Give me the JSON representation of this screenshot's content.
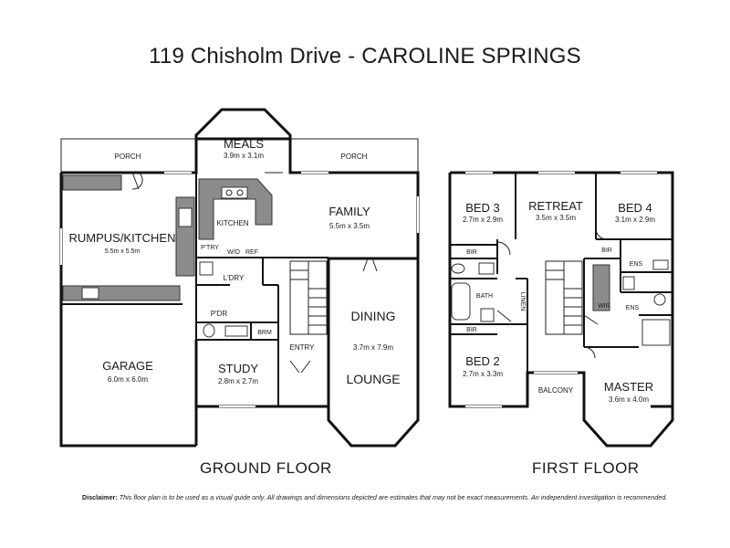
{
  "title": "119 Chisholm Drive - CAROLINE SPRINGS",
  "floors": {
    "ground": "GROUND FLOOR",
    "first": "FIRST FLOOR"
  },
  "ground_rooms": {
    "porch_left": "PORCH",
    "porch_right": "PORCH",
    "meals": {
      "name": "MEALS",
      "size": "3.9m x 3.1m"
    },
    "family": {
      "name": "FAMILY",
      "size": "5.5m x 3.5m"
    },
    "rumpus": {
      "name": "RUMPUS/KITCHEN",
      "size": "5.5m x 5.5m"
    },
    "kitchen": "KITCHEN",
    "pantry": "P'TRY",
    "walk_in": "W/O",
    "ref": "REF",
    "laundry": "L'DRY",
    "powder": "P'DR",
    "brm": "BRM",
    "garage": {
      "name": "GARAGE",
      "size": "6.0m x 6.0m"
    },
    "study": {
      "name": "STUDY",
      "size": "2.8m x 2.7m"
    },
    "entry": "ENTRY",
    "dining": {
      "name": "DINING",
      "size": "3.7m x 7.9m"
    },
    "lounge": "LOUNGE"
  },
  "first_rooms": {
    "bed3": {
      "name": "BED 3",
      "size": "2.7m x 2.9m"
    },
    "retreat": {
      "name": "RETREAT",
      "size": "3.5m x 3.5m"
    },
    "bed4": {
      "name": "BED 4",
      "size": "3.1m x 2.9m"
    },
    "bir1": "BIR",
    "bir2": "BIR",
    "bir3": "BIR",
    "bath": "BATH",
    "linen": "LINEN",
    "ens1": "ENS",
    "ens2": "ENS",
    "wir": "WIR",
    "bed2": {
      "name": "BED 2",
      "size": "2.7m x 3.3m"
    },
    "balcony": "BALCONY",
    "master": {
      "name": "MASTER",
      "size": "3.6m x 4.0m"
    }
  },
  "disclaimer": {
    "label": "Disclaimer:",
    "text": "This floor plan is to be used as a visual guide only. All drawings and dimensions depicted are estimates that may not be exact measurements. An independent investigation is recommended."
  }
}
